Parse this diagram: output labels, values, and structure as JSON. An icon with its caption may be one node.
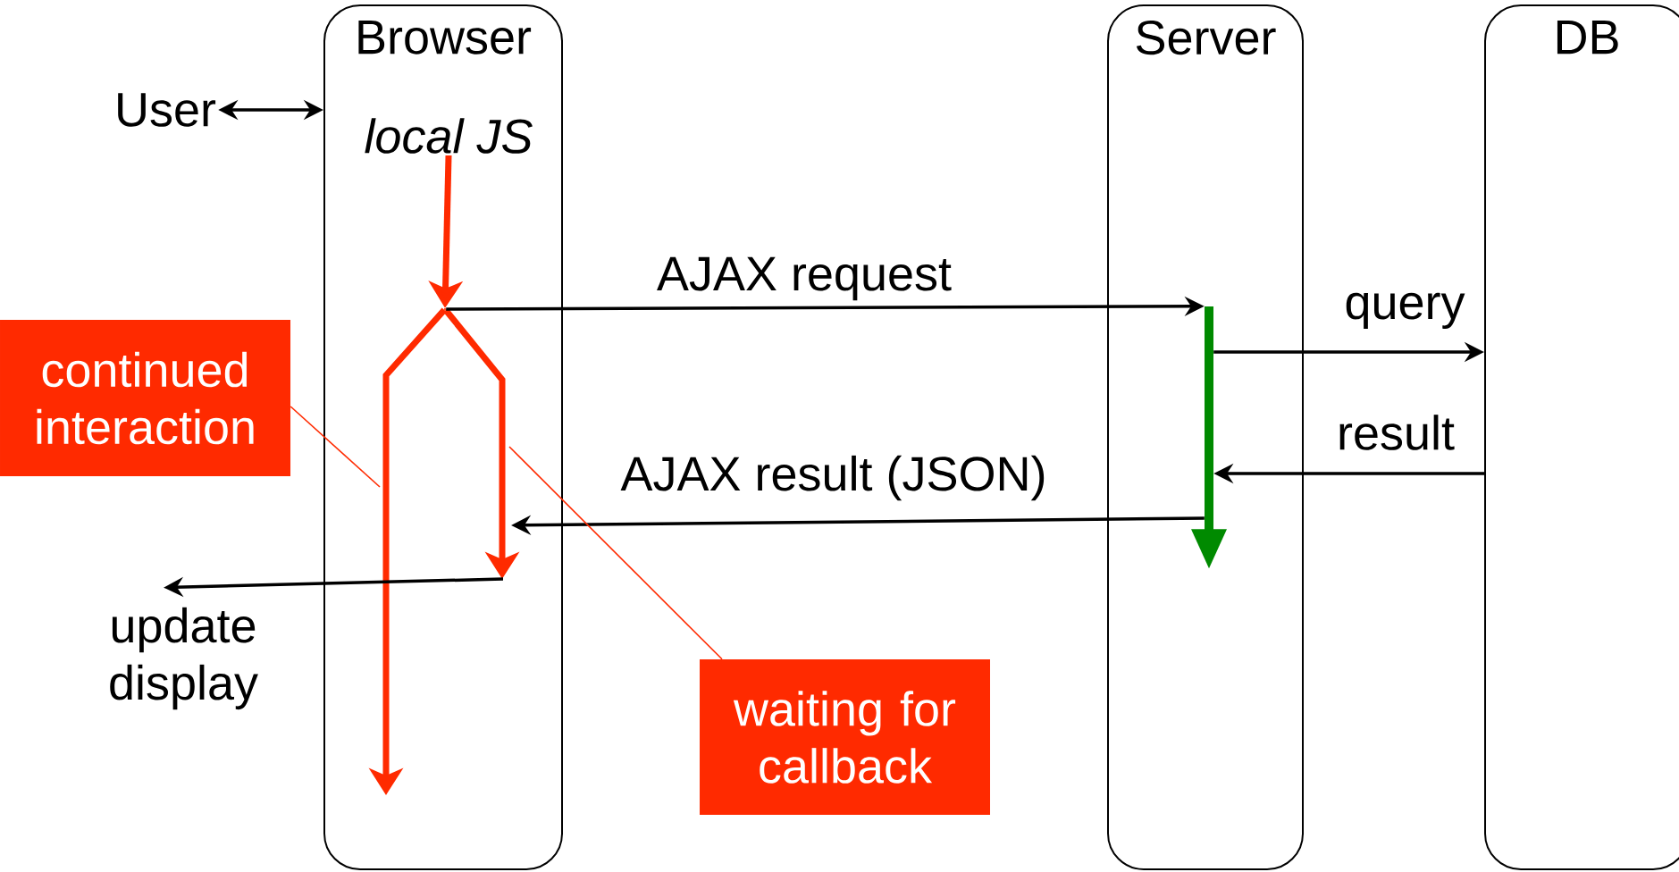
{
  "diagram": {
    "nodes": [
      {
        "text": [
          "Browser"
        ]
      },
      {
        "text": [
          "Server"
        ]
      },
      {
        "text": [
          "DB"
        ]
      },
      {
        "text": [
          "User"
        ]
      },
      {
        "text": [
          "local JS"
        ],
        "in": 0
      },
      {
        "text": [],
        "shape": "point",
        "in": 0
      },
      {
        "text": [],
        "shape": "bar",
        "in": 1
      },
      {
        "text": [
          "continued interaction"
        ]
      },
      {
        "text": [
          "waiting for callback"
        ]
      },
      {
        "text": [
          "update display"
        ]
      }
    ],
    "edges": [
      {
        "from": 3,
        "to": 0,
        "arrow": "both"
      },
      {
        "from": 4,
        "to": 5,
        "arrow": "to",
        "style": "thick",
        "color": "#ff2a00"
      },
      {
        "from": 5,
        "to": null,
        "arrow": "to",
        "style": "thick",
        "color": "#ff2a00"
      },
      {
        "from": 5,
        "to": null,
        "arrow": "to",
        "style": "thick",
        "color": "#ff2a00"
      },
      {
        "from": 5,
        "to": 6,
        "arrow": "to",
        "label": "AJAX request"
      },
      {
        "from": 6,
        "to": 2,
        "arrow": "to",
        "label": "query"
      },
      {
        "from": 2,
        "to": 6,
        "arrow": "to",
        "label": "result"
      },
      {
        "from": 6,
        "to": null,
        "arrow": "to",
        "label": "AJAX result (JSON)"
      },
      {
        "from": null,
        "to": 9,
        "arrow": "to"
      },
      {
        "from": 7,
        "to": null,
        "arrow": "none",
        "color": "#ff2a00"
      },
      {
        "from": 8,
        "to": null,
        "arrow": "none",
        "color": "#ff2a00"
      }
    ]
  }
}
